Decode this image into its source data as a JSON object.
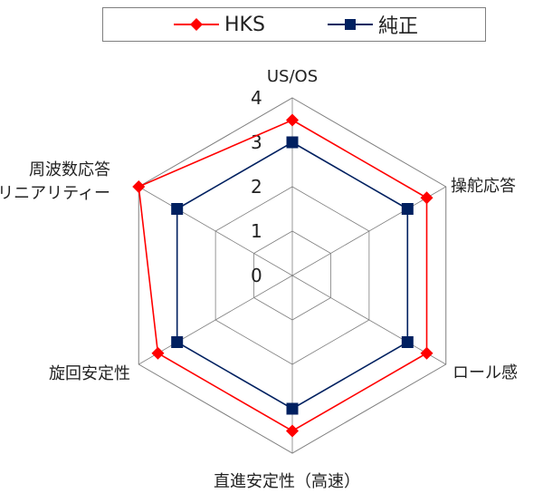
{
  "chart_data": {
    "type": "radar",
    "axes": [
      "US/OS",
      "操舵応答",
      "ロール感",
      "直進安定性（高速）",
      "旋回安定性",
      "周波数応答リニアリティー"
    ],
    "axis_label_lines": [
      [
        "US/OS"
      ],
      [
        "操舵応答"
      ],
      [
        "ロール感"
      ],
      [
        "直進安定性（高速）"
      ],
      [
        "旋回安定性"
      ],
      [
        "周波数応答",
        "リニアリティー"
      ]
    ],
    "rlim": [
      0,
      4
    ],
    "ticks": [
      "0",
      "1",
      "2",
      "3",
      "4"
    ],
    "grid": true,
    "legend_position": "top",
    "series": [
      {
        "name": "HKS",
        "values": [
          3.5,
          3.5,
          3.5,
          3.5,
          3.5,
          4.0
        ],
        "color": "#ff0000",
        "marker": "diamond"
      },
      {
        "name": "純正",
        "values": [
          3.0,
          3.0,
          3.0,
          3.0,
          3.0,
          3.0
        ],
        "color": "#002060",
        "marker": "square"
      }
    ]
  },
  "colors": {
    "grid": "#7f7f7f"
  }
}
